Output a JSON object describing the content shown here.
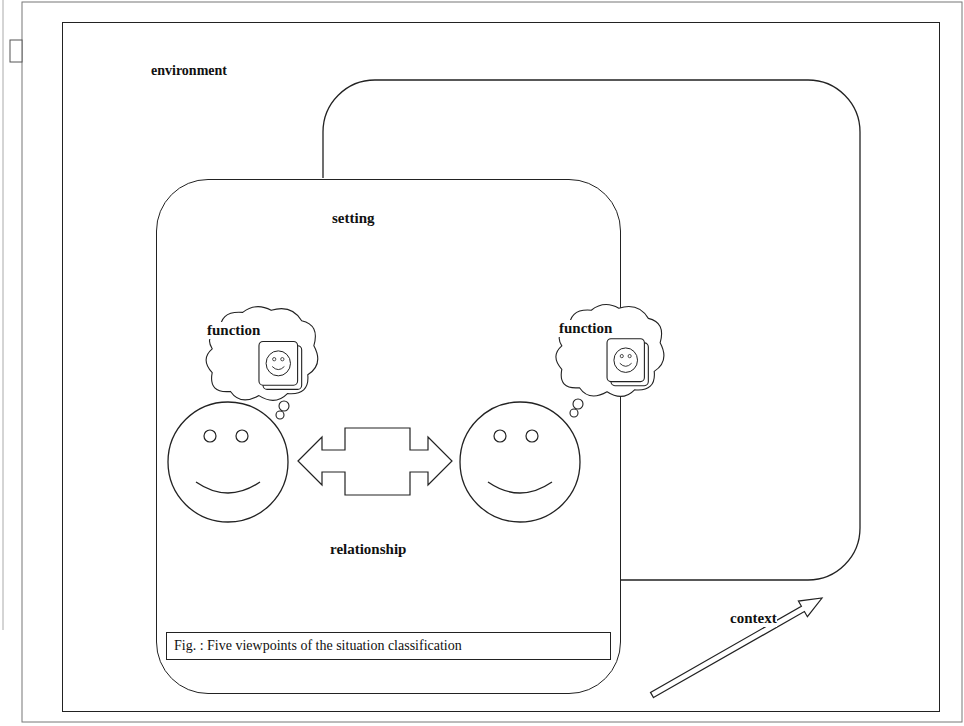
{
  "diagram": {
    "caption": "Fig. : Five viewpoints of the situation classification",
    "nodes": [
      {
        "text": [
          "environment"
        ]
      },
      {
        "text": [
          "setting"
        ],
        "in": 0
      },
      {
        "text": [
          "function"
        ],
        "in": 1
      },
      {
        "text": [
          "function"
        ],
        "in": 1
      }
    ],
    "edges": [],
    "labels": [
      "relationship",
      "context"
    ]
  }
}
